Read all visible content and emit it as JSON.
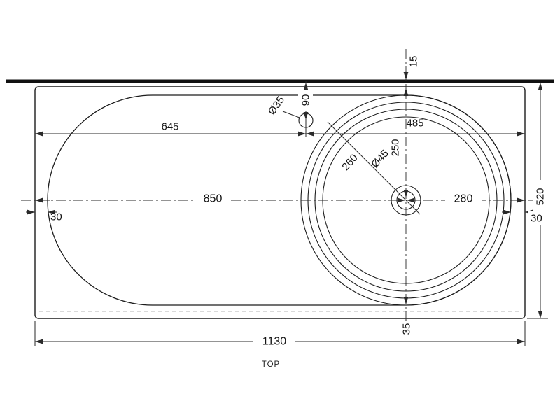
{
  "drawing": {
    "view_label": "TOP",
    "colors": {
      "line": "#1c1c1c",
      "background": "#ffffff",
      "light_edge": "#b3b3b3"
    },
    "dims": {
      "overall_width": "1130",
      "overall_depth": "520",
      "left_to_faucet": "645",
      "faucet_to_right_edge": "485",
      "left_to_bowl_center": "850",
      "bowl_center_to_right_edge": "280",
      "left_edge_gap": "30",
      "right_edge_gap": "30",
      "back_edge_gap": "15",
      "faucet_offset_from_back": "90",
      "bowl_center_offset": "250",
      "bowl_radius": "260",
      "faucet_hole_diameter": "Ø35",
      "drain_diameter": "Ø45",
      "front_gap": "35"
    }
  }
}
